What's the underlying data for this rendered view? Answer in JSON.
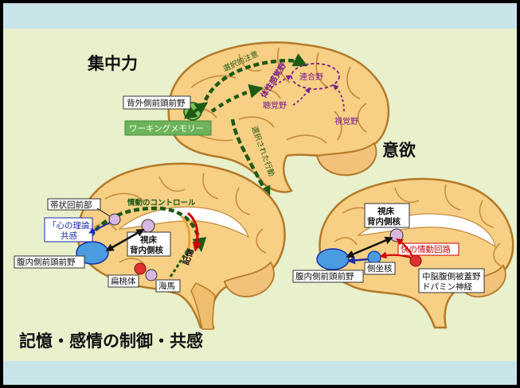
{
  "colors": {
    "background": "#e8f0cc",
    "band": "#c9e4e8",
    "brain_fill": "#f7cf85",
    "brain_outline": "#b47a28",
    "green_arrow": "#1d5a14",
    "purple": "#7b1f8a",
    "red": "#d10000",
    "blue_region": "#4a9be0",
    "pink_region": "#d7b6e0"
  },
  "top_brain": {
    "heading": "集中力",
    "dlpfc_label": "背外側前頭前野",
    "working_memory_label": "ワーキングメモリー",
    "selective_attention": "選択的注意",
    "association_area": "連合野",
    "somatosensory_area": "体性感覚野",
    "auditory_area": "聴覚野",
    "visual_area": "視覚野",
    "selected_action": "選択された行動"
  },
  "left_brain": {
    "emotion_control": "情動のコントロール",
    "cingulate_label": "帯状回前部",
    "theory_of_mind": "「心の理論」",
    "empathy": "共感",
    "thalamus_line1": "視床",
    "thalamus_line2": "背内側核",
    "memory": "記憶",
    "vmpfc_label": "腹内側前頭前野",
    "amygdala_label": "扁桃体",
    "hippocampus_label": "海馬"
  },
  "right_brain": {
    "heading": "意欲",
    "thalamus_line1": "視床",
    "thalamus_line2": "背内側核",
    "pleasure_circuit": "快の情動回路",
    "nucleus_accumbens": "側坐核",
    "vmpfc_label": "腹内側前頭前野",
    "vta_line1": "中脳腹側被蓋野",
    "vta_line2": "ドパミン神経"
  },
  "footer_title": "記憶・感情の制御・共感"
}
